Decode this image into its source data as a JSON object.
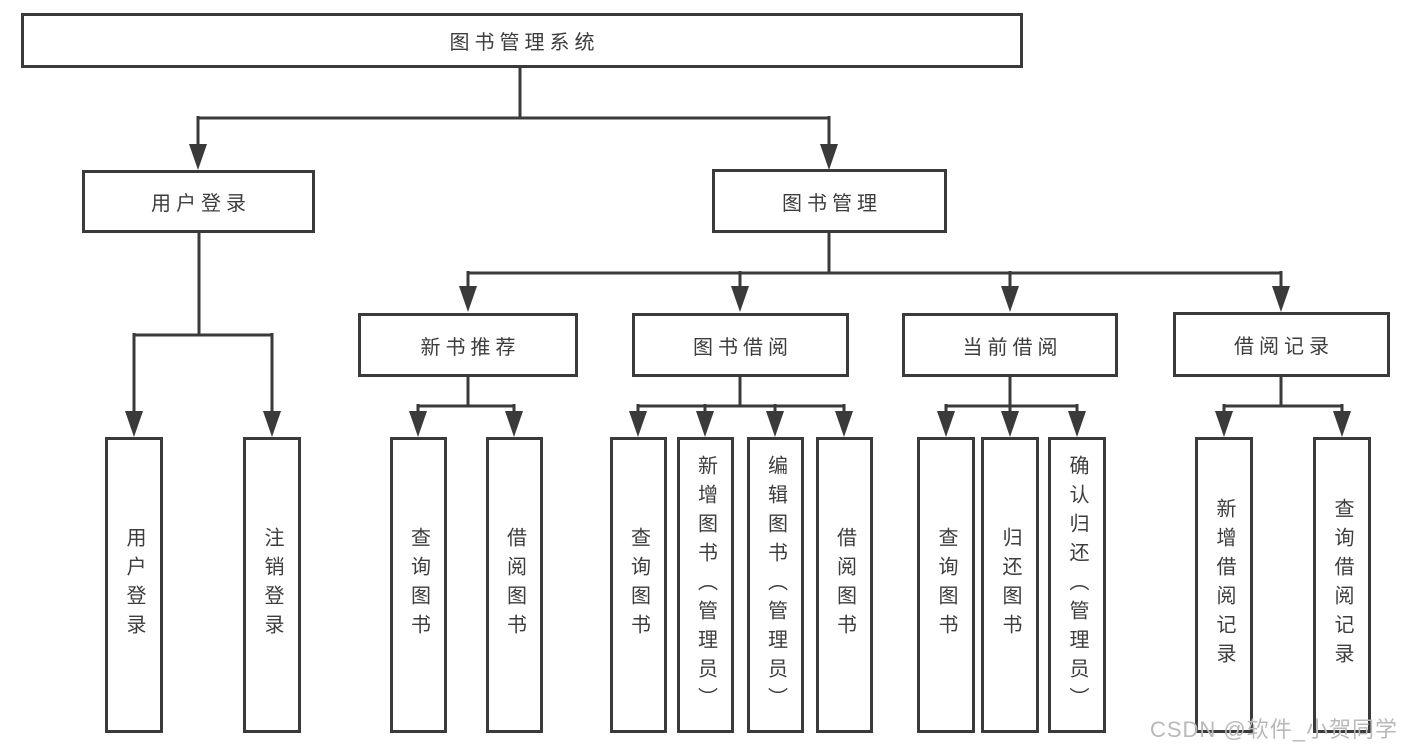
{
  "diagram": {
    "root": {
      "label": "图书管理系统"
    },
    "level2": [
      {
        "label": "用户登录"
      },
      {
        "label": "图书管理"
      }
    ],
    "level3": [
      {
        "label": "新书推荐",
        "parent": "图书管理"
      },
      {
        "label": "图书借阅",
        "parent": "图书管理"
      },
      {
        "label": "当前借阅",
        "parent": "图书管理"
      },
      {
        "label": "借阅记录",
        "parent": "图书管理"
      }
    ],
    "leaves": [
      {
        "label": "用户登录",
        "parent": "用户登录"
      },
      {
        "label": "注销登录",
        "parent": "用户登录"
      },
      {
        "label": "查询图书",
        "parent": "新书推荐"
      },
      {
        "label": "借阅图书",
        "parent": "新书推荐"
      },
      {
        "label": "查询图书",
        "parent": "图书借阅"
      },
      {
        "label": "新增图书（管理员）",
        "parent": "图书借阅"
      },
      {
        "label": "编辑图书（管理员）",
        "parent": "图书借阅"
      },
      {
        "label": "借阅图书",
        "parent": "图书借阅"
      },
      {
        "label": "查询图书",
        "parent": "当前借阅"
      },
      {
        "label": "归还图书",
        "parent": "当前借阅"
      },
      {
        "label": "确认归还（管理员）",
        "parent": "当前借阅"
      },
      {
        "label": "新增借阅记录",
        "parent": "借阅记录"
      },
      {
        "label": "查询借阅记录",
        "parent": "借阅记录"
      }
    ]
  },
  "watermark": {
    "text": "CSDN @软件_小贺同学"
  },
  "colors": {
    "line": "#3a3a3a",
    "box_border": "#3a3a3a",
    "text": "#3d3d3d",
    "watermark": "#b9b9b9",
    "background": "#ffffff"
  }
}
